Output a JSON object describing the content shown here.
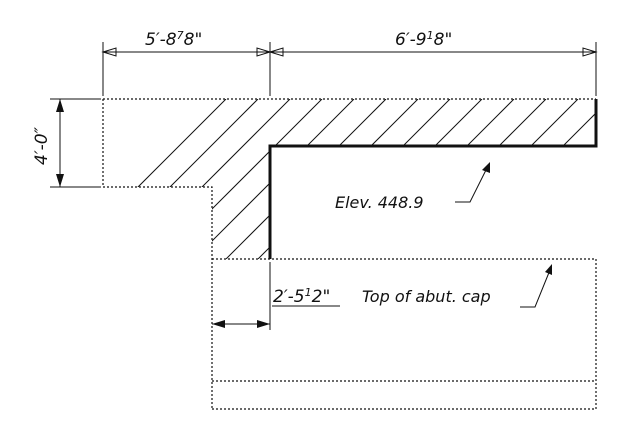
{
  "dimensions": {
    "top_left": {
      "main": "5′-8",
      "sup": "7",
      "sub": "8\""
    },
    "top_right": {
      "main": "6′-9",
      "sup": "1",
      "sub": "8\""
    },
    "left_height": "4′-0″",
    "bottom_offset": {
      "main": "2′-5",
      "sup": "1",
      "sub": "2\""
    }
  },
  "notes": {
    "elevation": "Elev. 448.9",
    "abutment": "Top of abut. cap"
  },
  "colors": {
    "ink": "#111111",
    "background": "#ffffff"
  }
}
